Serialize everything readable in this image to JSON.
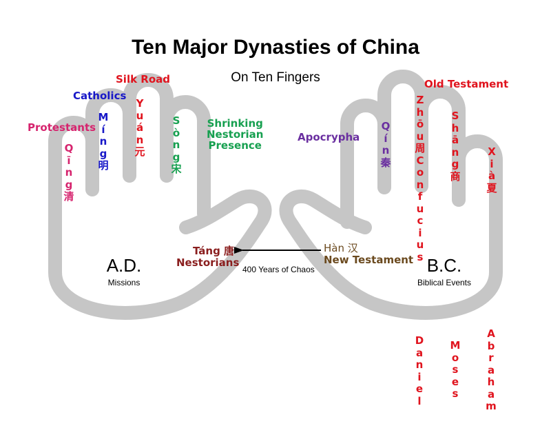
{
  "title": "Ten Major Dynasties of China",
  "subtitle": "On Ten Fingers",
  "colors": {
    "hand": "#c6c6c6",
    "protestants": "#d6246e",
    "catholics": "#1818c8",
    "silk_road": "#e0141e",
    "song": "#17a050",
    "qin": "#6a2fa0",
    "tang": "#8a1e1e",
    "han": "#6b4a1f",
    "old_testament": "#e0141e"
  },
  "left_hand": {
    "era": "A.D.",
    "era_caption": "Missions",
    "fingers": [
      {
        "dynasty": "Qīng清",
        "chars": [
          "Q",
          "ī",
          "n",
          "g",
          "清"
        ],
        "annotation": "Protestants"
      },
      {
        "dynasty": "Míng明",
        "chars": [
          "M",
          "í",
          "n",
          "g",
          "明"
        ],
        "annotation": "Catholics"
      },
      {
        "dynasty": "Yuán元",
        "chars": [
          "Y",
          "u",
          "á",
          "n",
          "元"
        ],
        "annotation": "Silk Road"
      },
      {
        "dynasty": "Sòng宋",
        "chars": [
          "S",
          "ò",
          "n",
          "g",
          "宋"
        ],
        "annotation": "Shrinking Nestorian Presence"
      }
    ],
    "thumb": {
      "dynasty": "Táng 唐",
      "annotation": "Nestorians"
    },
    "song_annotation_lines": [
      "Shrinking",
      "Nestorian",
      "Presence"
    ]
  },
  "right_hand": {
    "era": "B.C.",
    "era_caption": "Biblical Events",
    "fingers": [
      {
        "dynasty": "Qín秦",
        "chars": [
          "Q",
          "í",
          "n",
          "秦"
        ],
        "annotation": "Apocrypha"
      },
      {
        "dynasty": "Zhōu周",
        "chars": [
          "Z",
          "h",
          "ō",
          "u",
          "周",
          "C",
          "o",
          "n",
          "f",
          "u",
          "c",
          "i",
          "u",
          "s"
        ],
        "annotation": "Confucius"
      },
      {
        "dynasty": "Shāng商",
        "chars": [
          "S",
          "h",
          "ā",
          "n",
          "g",
          "商"
        ],
        "annotation": "Old Testament"
      },
      {
        "dynasty": "Xià夏",
        "chars": [
          "X",
          "i",
          "à",
          "夏"
        ],
        "annotation": ""
      }
    ],
    "thumb": {
      "dynasty": "Hàn 汉",
      "annotation": "New Testament"
    }
  },
  "arrow_caption": "400 Years of Chaos",
  "biblical_figures": [
    {
      "name": "Daniel",
      "chars": [
        "D",
        "a",
        "n",
        "i",
        "e",
        "l"
      ]
    },
    {
      "name": "Moses",
      "chars": [
        "M",
        "o",
        "s",
        "e",
        "s"
      ]
    },
    {
      "name": "Abraham",
      "chars": [
        "A",
        "b",
        "r",
        "a",
        "h",
        "a",
        "m"
      ]
    }
  ]
}
